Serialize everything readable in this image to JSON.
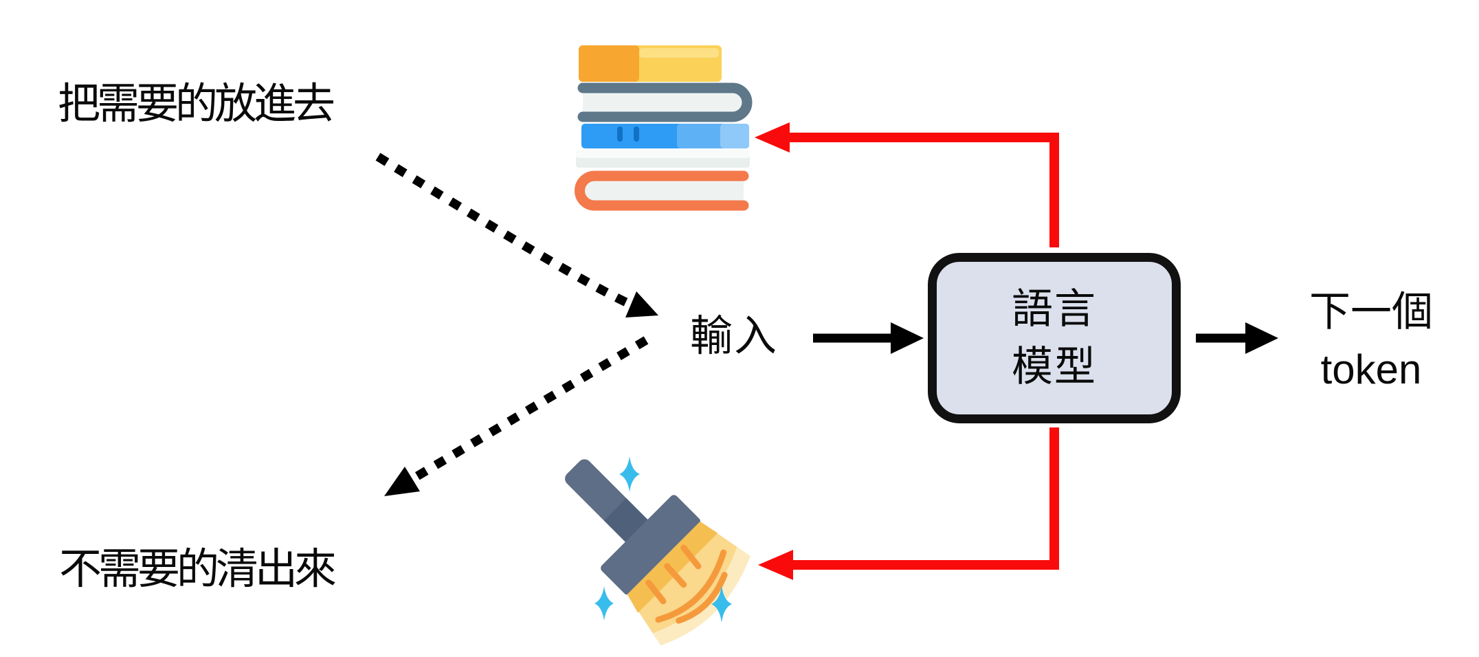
{
  "diagram": {
    "annotation_put": "把需要的放進去",
    "annotation_clean": "不需要的清出來",
    "input_label": "輸入",
    "model_box": {
      "line1": "語言",
      "line2": "模型"
    },
    "output": {
      "line1": "下一個",
      "line2": "token"
    }
  },
  "icons": {
    "books": "books-stack-icon",
    "broom": "cleaning-broom-icon",
    "sparkle": "sparkle-icon"
  },
  "palette": {
    "background": "#ffffff",
    "text_black": "#0a0a0a",
    "arrow_black": "#000000",
    "arrow_red": "#f90b0b",
    "box_fill": "#dbe0ec",
    "box_border": "#111111",
    "book_yellow": "#fbd158",
    "book_yellow_dark": "#f7a72f",
    "book_yellow_light": "#fde084",
    "book_slate": "#5e7889",
    "book_page": "#eef3f2",
    "book_blue": "#2e9cf4",
    "book_blue_mid": "#5fb1f6",
    "book_blue_light": "#8fc9f9",
    "book_tick": "#1071c5",
    "book_gray": "#e9efec",
    "book_gray_light": "#f9fbfa",
    "book_orange": "#f4794b",
    "broom_handle": "#5d6e86",
    "broom_handle_dark": "#4f617a",
    "bristle_yellow": "#fad88c",
    "bristle_dark": "#f5be51",
    "bristle_cream": "#fcebc1",
    "bristle_stroke": "#f59a3c",
    "sparkle_blue": "#38bcec"
  }
}
